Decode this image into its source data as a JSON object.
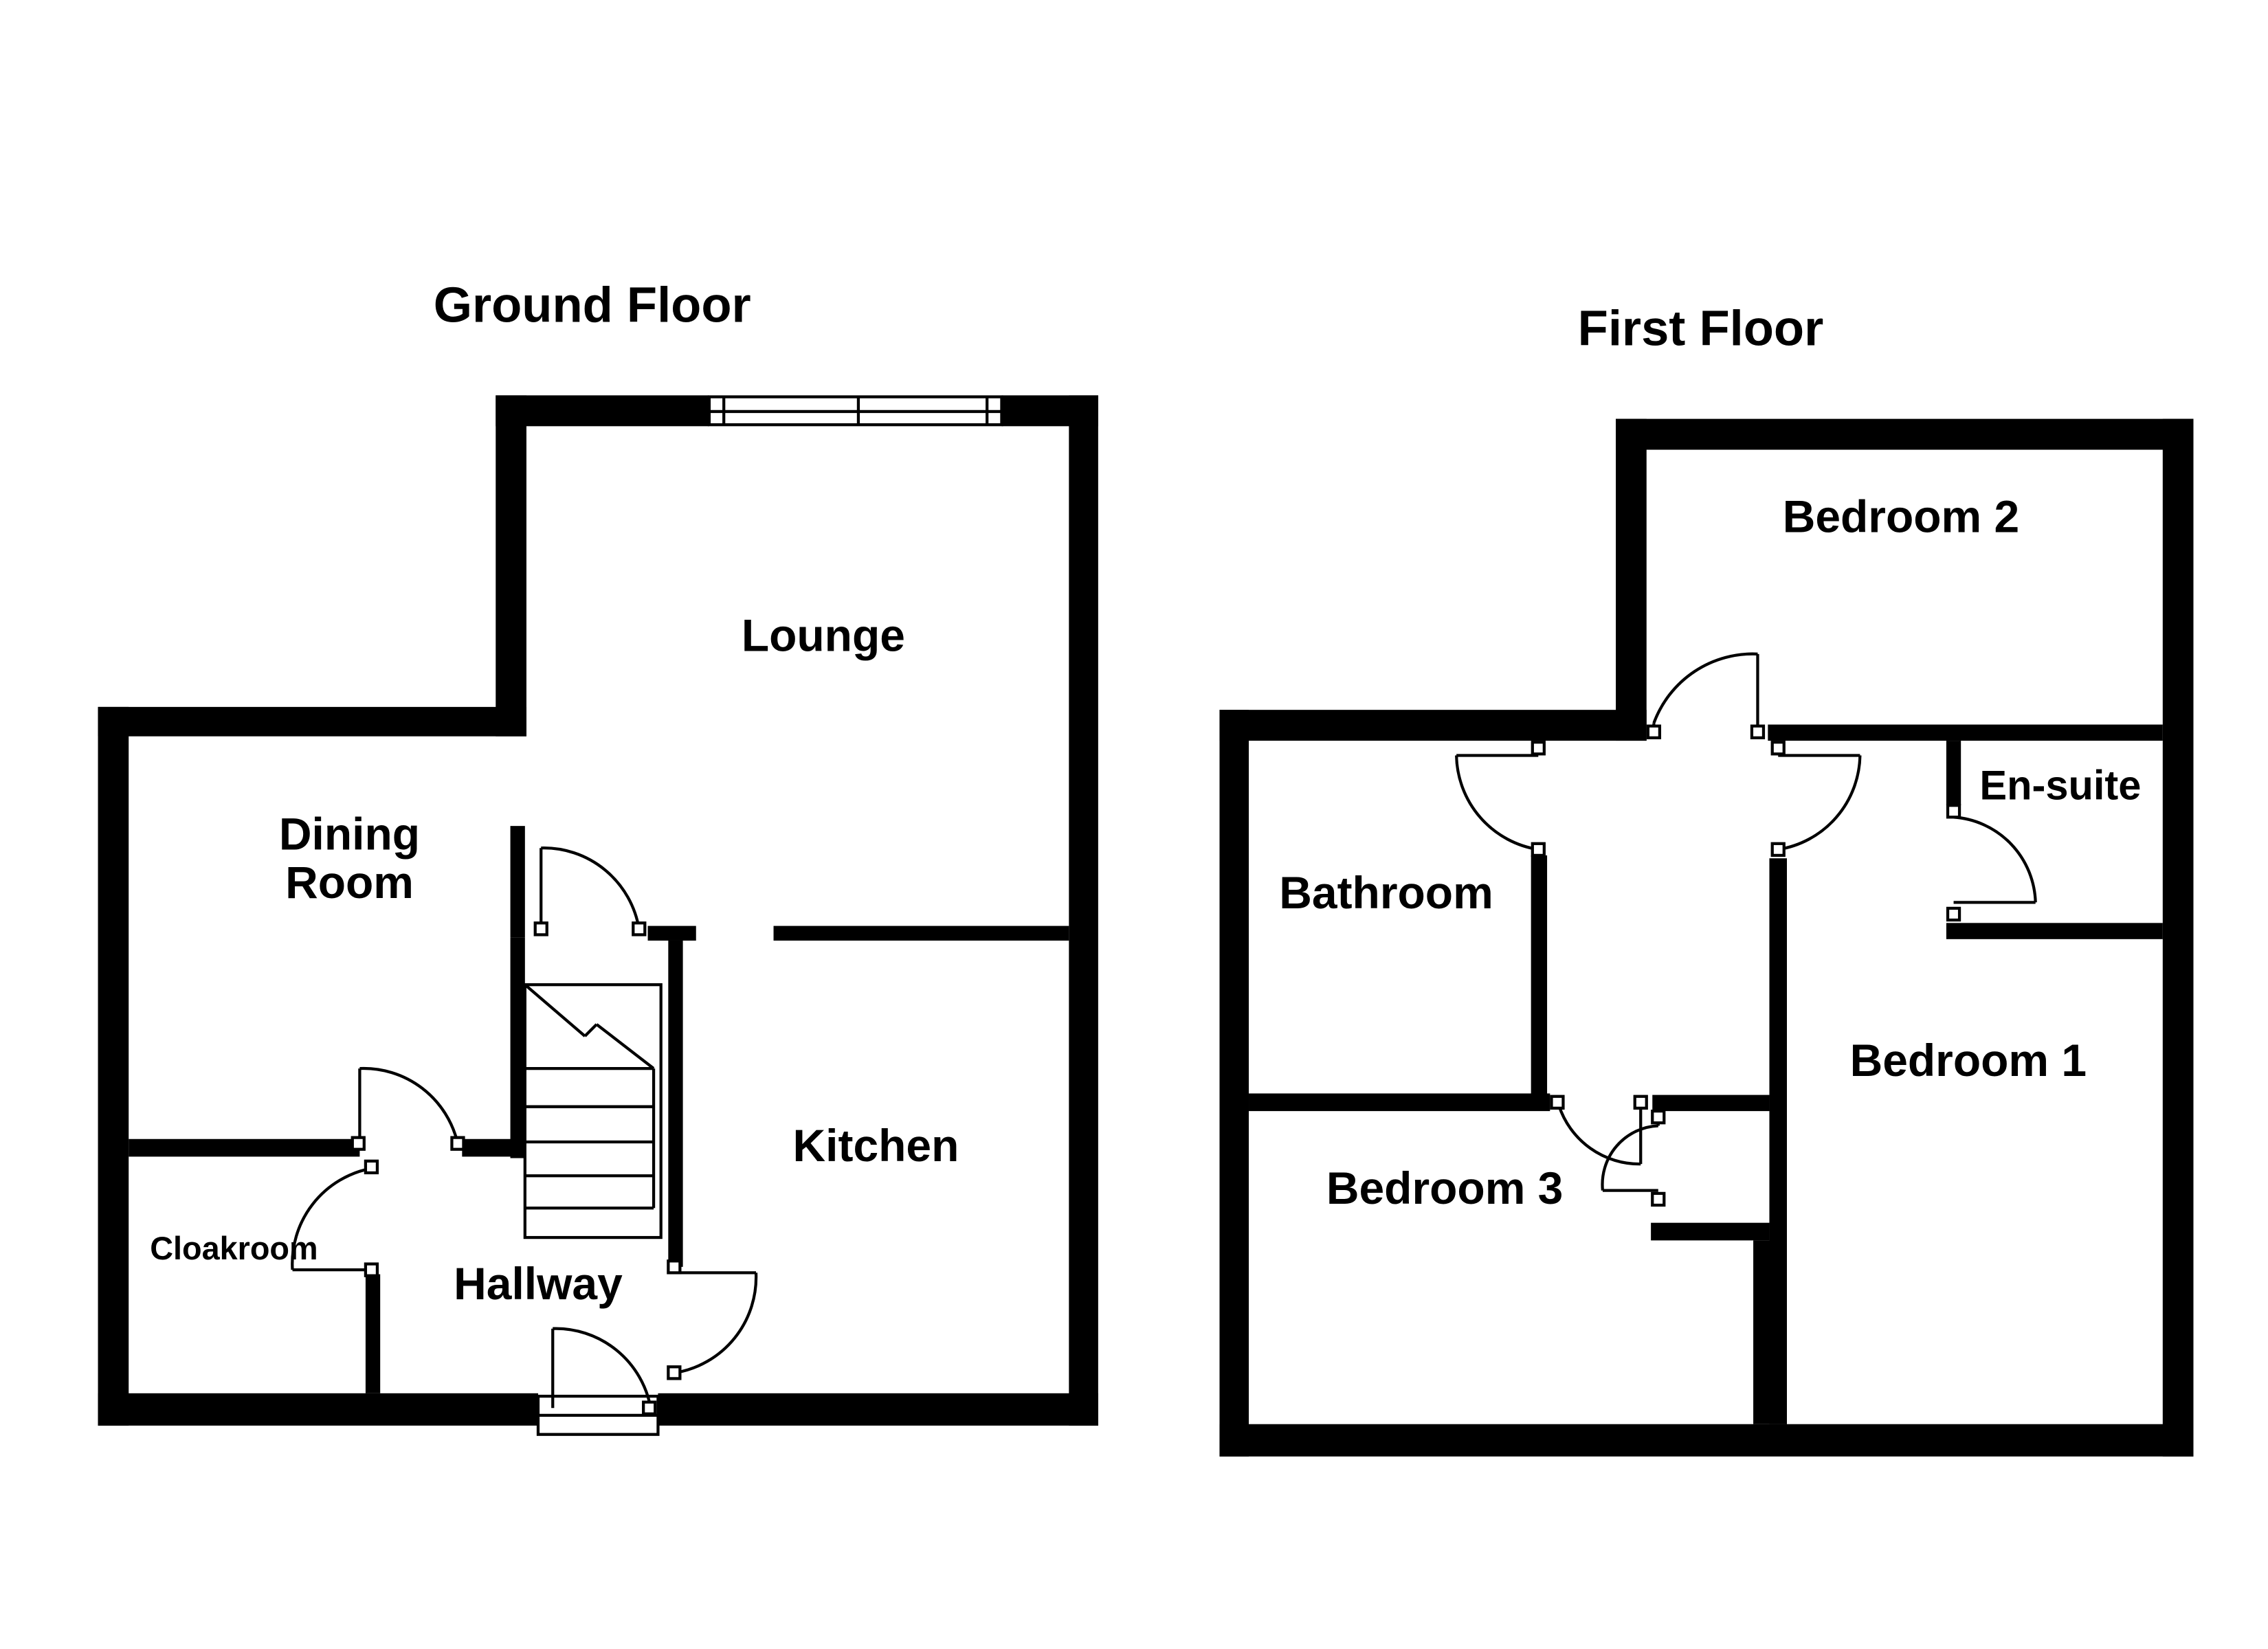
{
  "ground_floor": {
    "title": "Ground Floor",
    "rooms": {
      "lounge": "Lounge",
      "dining_line1": "Dining",
      "dining_line2": "Room",
      "kitchen": "Kitchen",
      "cloakroom": "Cloakroom",
      "hallway": "Hallway"
    }
  },
  "first_floor": {
    "title": "First Floor",
    "rooms": {
      "bedroom2": "Bedroom 2",
      "ensuite": "En-suite",
      "bathroom": "Bathroom",
      "bedroom1": "Bedroom 1",
      "bedroom3": "Bedroom 3"
    }
  }
}
